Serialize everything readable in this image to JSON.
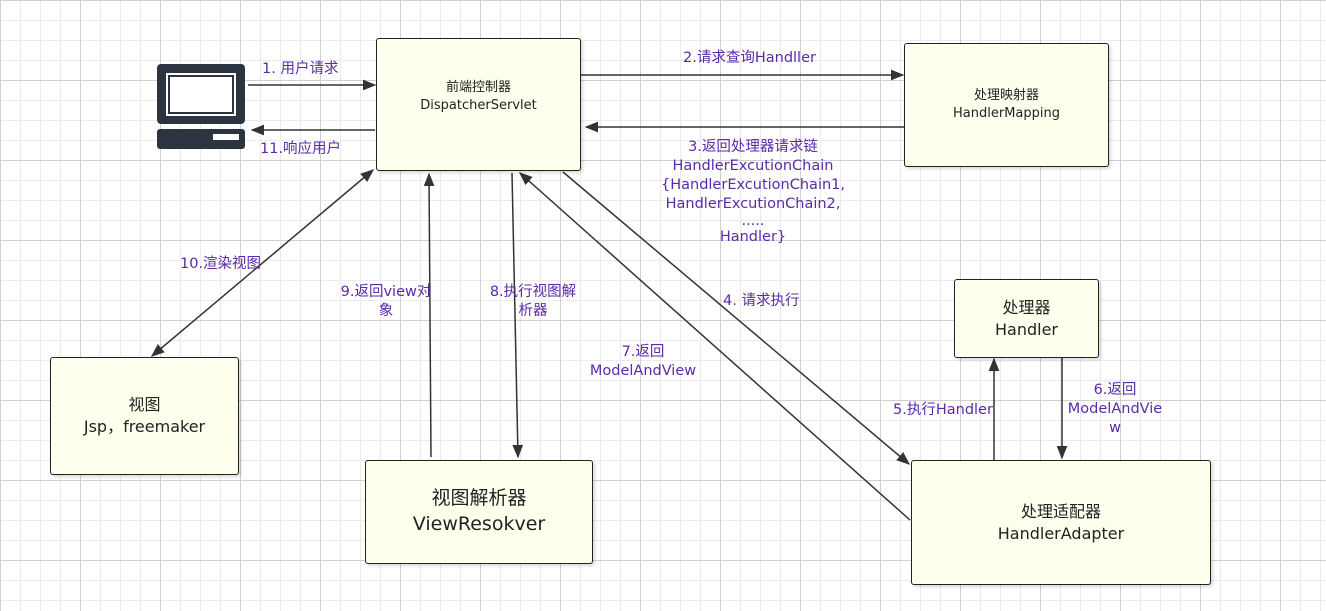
{
  "colors": {
    "box_fill": "#ffffee",
    "label_text": "#5b2aa8",
    "line": "#333333"
  },
  "nodes": {
    "dispatcher": {
      "line1": "前端控制器",
      "line2": "DispatcherServlet"
    },
    "mapping": {
      "line1": "处理映射器",
      "line2": "HandlerMapping"
    },
    "handler": {
      "line1": "处理器",
      "line2": "Handler"
    },
    "adapter": {
      "line1": "处理适配器",
      "line2": "HandlerAdapter"
    },
    "resolver": {
      "line1": "视图解析器",
      "line2": "ViewResokver"
    },
    "view": {
      "line1": "视图",
      "line2": "Jsp，freemaker"
    },
    "client": {
      "icon": "computer-icon"
    }
  },
  "edges": {
    "e1": "1. 用户请求",
    "e2": "2.请求查询Handller",
    "e3": [
      "3.返回处理器请求链",
      "HandlerExcutionChain",
      "{HandlerExcutionChain1,",
      "HandlerExcutionChain2,",
      ".....",
      "Handler}"
    ],
    "e4": "4. 请求执行",
    "e5": "5.执行Handler",
    "e6": [
      "6.返回",
      "ModelAndVie",
      "w"
    ],
    "e7": [
      "7.返回",
      "ModelAndView"
    ],
    "e8": [
      "8.执行视图解",
      "析器"
    ],
    "e9": [
      "9.返回view对",
      "象"
    ],
    "e10": "10.渲染视图",
    "e11": "11.响应用户"
  }
}
